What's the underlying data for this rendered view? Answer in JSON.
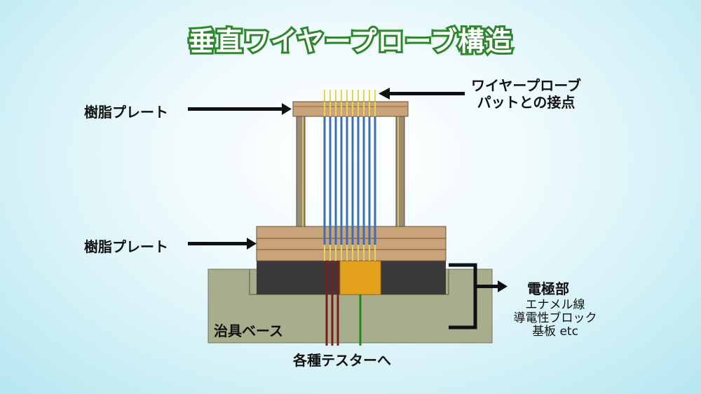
{
  "title": "垂直ワイヤープローブ構造",
  "labels": {
    "resin_plate_top": "樹脂プレート",
    "resin_plate_mid": "樹脂プレート",
    "contact_line1": "ワイヤープローブ",
    "contact_line2": "パットとの接点",
    "electrode": "電極部",
    "electrode_items": [
      "エナメル線",
      "導電性ブロック",
      "基板 etc"
    ],
    "fixture_base": "治具ベース",
    "to_testers": "各種テスターへ"
  },
  "colors": {
    "title_stroke": "#2f8b2f",
    "resin": "#c9a37a",
    "base": "#a7ad8a",
    "electrode": "#3b3b3b",
    "block": "#e6a21a",
    "probe_blue": "#3a6fb7",
    "probe_yellow": "#e8d64a",
    "wire_red": "#7a1e1e",
    "wire_green": "#1d8a1d"
  }
}
